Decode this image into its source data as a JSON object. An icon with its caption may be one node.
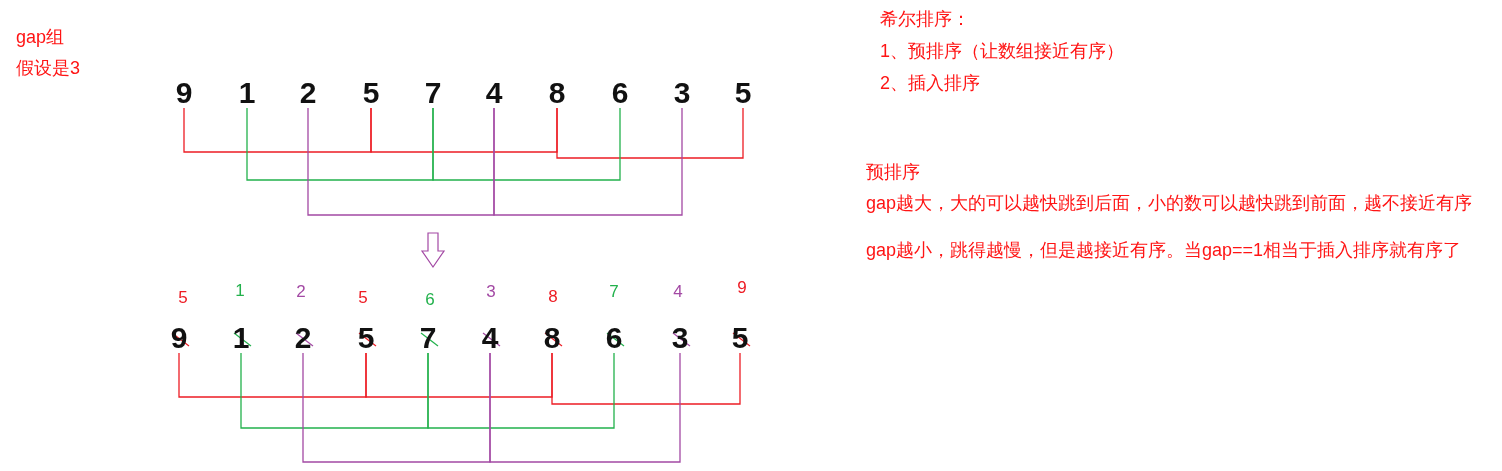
{
  "diagram": {
    "nodes": [
      {
        "text": [
          "9"
        ]
      },
      {
        "text": [
          "1"
        ]
      },
      {
        "text": [
          "2"
        ]
      },
      {
        "text": [
          "5"
        ]
      },
      {
        "text": [
          "7"
        ]
      },
      {
        "text": [
          "4"
        ]
      },
      {
        "text": [
          "8"
        ]
      },
      {
        "text": [
          "6"
        ]
      },
      {
        "text": [
          "3"
        ]
      },
      {
        "text": [
          "5"
        ]
      },
      {
        "text": [
          "9"
        ],
        "beside": [
          "5"
        ]
      },
      {
        "text": [
          "1"
        ],
        "beside": [
          "1"
        ]
      },
      {
        "text": [
          "2"
        ],
        "beside": [
          "2"
        ]
      },
      {
        "text": [
          "5"
        ],
        "beside": [
          "5"
        ]
      },
      {
        "text": [
          "7"
        ],
        "beside": [
          "6"
        ]
      },
      {
        "text": [
          "4"
        ],
        "beside": [
          "3"
        ]
      },
      {
        "text": [
          "8"
        ],
        "beside": [
          "8"
        ]
      },
      {
        "text": [
          "6"
        ],
        "beside": [
          "7"
        ]
      },
      {
        "text": [
          "3"
        ],
        "beside": [
          "4"
        ]
      },
      {
        "text": [
          "5"
        ],
        "beside": [
          "9"
        ]
      }
    ],
    "edges": [
      {
        "from": 0,
        "to": 3,
        "arrow": "none",
        "color": "#ed1c24"
      },
      {
        "from": 3,
        "to": 6,
        "arrow": "none",
        "color": "#ed1c24"
      },
      {
        "from": 6,
        "to": 9,
        "arrow": "none",
        "color": "#ed1c24"
      },
      {
        "from": 1,
        "to": 4,
        "arrow": "none",
        "color": "#22b14c"
      },
      {
        "from": 4,
        "to": 7,
        "arrow": "none",
        "color": "#22b14c"
      },
      {
        "from": 2,
        "to": 5,
        "arrow": "none",
        "color": "#a349a4"
      },
      {
        "from": 5,
        "to": 8,
        "arrow": "none",
        "color": "#a349a4"
      },
      {
        "from": 10,
        "to": 13,
        "arrow": "none",
        "color": "#ed1c24"
      },
      {
        "from": 13,
        "to": 16,
        "arrow": "none",
        "color": "#ed1c24"
      },
      {
        "from": 16,
        "to": 19,
        "arrow": "none",
        "color": "#ed1c24"
      },
      {
        "from": 11,
        "to": 14,
        "arrow": "none",
        "color": "#22b14c"
      },
      {
        "from": 14,
        "to": 17,
        "arrow": "none",
        "color": "#22b14c"
      },
      {
        "from": 12,
        "to": 15,
        "arrow": "none",
        "color": "#a349a4"
      },
      {
        "from": 15,
        "to": 18,
        "arrow": "none",
        "color": "#a349a4"
      }
    ],
    "labels": [
      "gap组",
      "假设是3",
      "希尔排序：",
      "1、预排序（让数组接近有序）",
      "2、插入排序",
      "预排序",
      "gap越大，大的可以越快跳到后面，小的数可以越快跳到前面，越不接近有序",
      "gap越小，跳得越慢，但是越接近有序。当gap==1相当于插入排序就有序了"
    ]
  }
}
